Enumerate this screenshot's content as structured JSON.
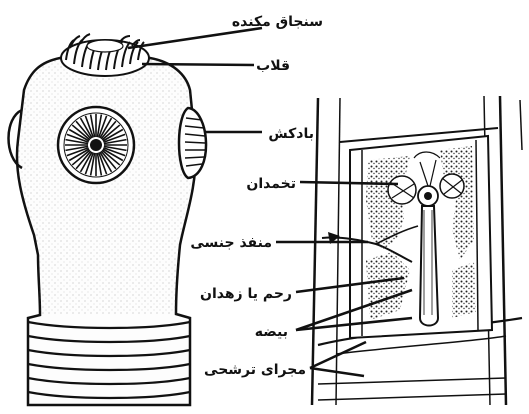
{
  "labels": {
    "rostellum": "سنجاق مکنده",
    "hooks": "قلاب",
    "sucker": "بادکش",
    "testes": "تخمدان",
    "genital_pore": "منفذ جنسی",
    "uterus": "رحم یا زهدان",
    "eggs": "بیضه",
    "excretory_canal": "مجرای ترشحی"
  }
}
